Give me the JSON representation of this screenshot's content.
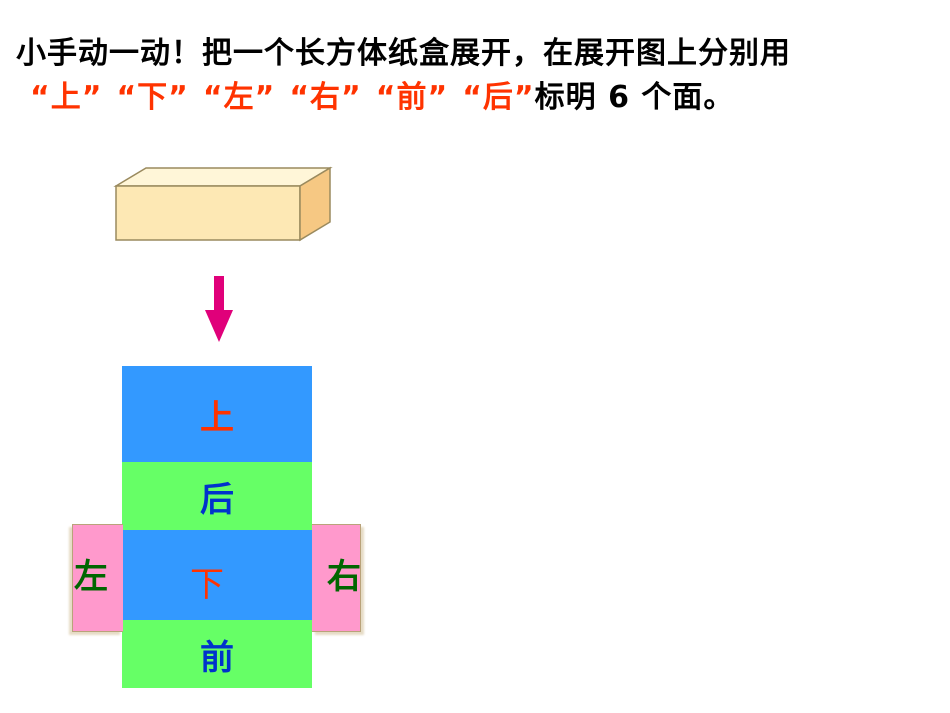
{
  "instruction": {
    "line1": "小手动一动！把一个长方体纸盒展开，在展开图上分别用",
    "quoted": [
      "“上”",
      "“下”",
      "“左”",
      "“右”",
      "“前”",
      "“后”"
    ],
    "tail": "标明 6 个面。"
  },
  "net": {
    "top": "上",
    "back": "后",
    "bottom": "下",
    "front": "前",
    "left": "左",
    "right": "右"
  },
  "colors": {
    "title_red": "#ff3300",
    "face_blue": "#3399ff",
    "face_green": "#66ff66",
    "face_pink": "#ff99cc",
    "arrow": "#e0007a",
    "box_fill": "#fde8b4"
  }
}
